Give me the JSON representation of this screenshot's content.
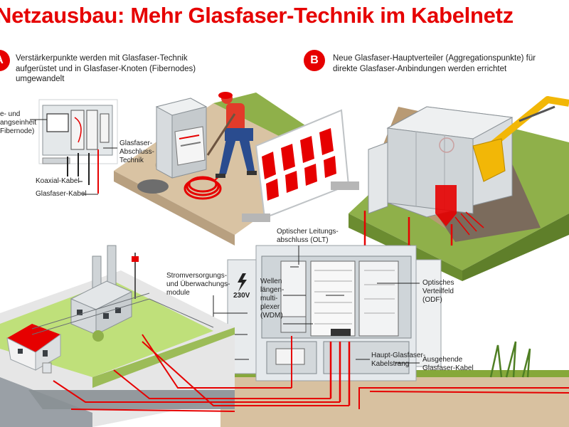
{
  "title": "Netzausbau: Mehr Glasfaser-Technik im Kabelnetz",
  "section_a": {
    "badge": "A",
    "text": "Verstärkerpunkte werden mit Glasfaser-Technik aufgerüstet und in Glasfaser-Knoten (Fibernodes) umgewandelt"
  },
  "section_b": {
    "badge": "B",
    "text": "Neue Glasfaser-Hauptverteiler (Aggregationspunkte) für direkte Glasfaser-Anbindungen werden errichtet"
  },
  "labels": {
    "fibernode_l1": "e- und",
    "fibernode_l2": "angseinheit",
    "fibernode_l3": "Fibernode)",
    "abschluss_l1": "Glasfaser-",
    "abschluss_l2": "Abschluss-",
    "abschluss_l3": "Technik",
    "koaxial": "Koaxial-Kabel",
    "glasfaser_kabel": "Glasfaser-Kabel",
    "olt_l1": "Optischer Leitungs-",
    "olt_l2": "abschluss (OLT)",
    "strom_l1": "Stromversorgungs-",
    "strom_l2": "und Überwachungs-",
    "strom_l3": "module",
    "voltage": "230V",
    "wdm_l1": "Wellen",
    "wdm_l2": "längen-",
    "wdm_l3": "multi-",
    "wdm_l4": "plexer",
    "wdm_l5": "(WDM)",
    "odf_l1": "Optisches",
    "odf_l2": "Verteilfeld",
    "odf_l3": "(ODF)",
    "haupt_l1": "Haupt-Glasfaser-",
    "haupt_l2": "Kabelstrang",
    "ausgehend_l1": "Ausgehende",
    "ausgehend_l2": "Glasfaser-Kabel"
  },
  "colors": {
    "accent": "#e60000",
    "grass": "#86a83a",
    "soil": "#c9b08e",
    "cabinet": "#dfe3e6",
    "excavator": "#f2b707"
  },
  "icons": [
    "lightning-icon",
    "house-icon",
    "factory-icon",
    "excavator-icon",
    "worker-icon",
    "barrier-icon"
  ]
}
